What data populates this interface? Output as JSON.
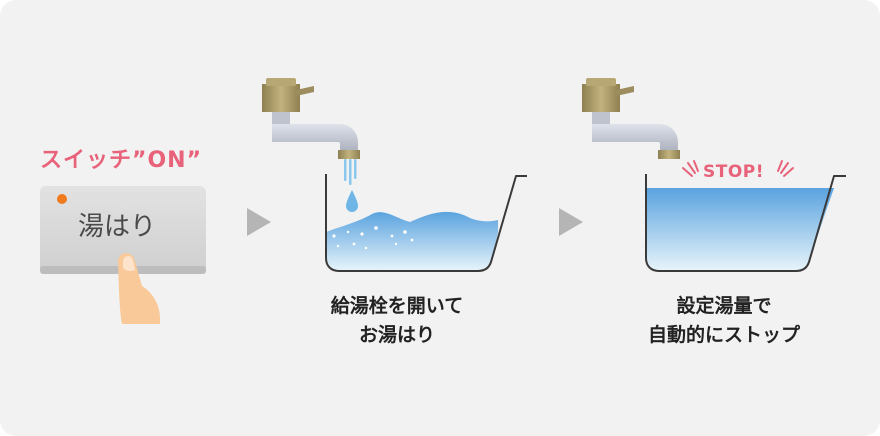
{
  "colors": {
    "background": "#f2f2f2",
    "accent_pink": "#e8627a",
    "water_light": "#dbeff9",
    "water_deep": "#5aa3df",
    "tub_line": "#3a3a3a",
    "faucet_brass": "#a89866",
    "pipe_gray": "#c8ccd6",
    "arrow_gray": "#b5b5b5",
    "led_orange": "#f07a1e",
    "button_face": "#dcdcdc",
    "finger": "#f9c99a"
  },
  "step1": {
    "title": "スイッチ”ON”",
    "button_label": "湯はり",
    "icons": [
      "led-indicator-icon",
      "finger-press-icon"
    ]
  },
  "step2": {
    "caption_line1": "給湯栓を開いて",
    "caption_line2": "お湯はり",
    "icons": [
      "faucet-icon",
      "water-drop-icon",
      "bathtub-icon"
    ]
  },
  "step3": {
    "stop_label": "STOP!",
    "caption_line1": "設定湯量で",
    "caption_line2": "自動的にストップ",
    "icons": [
      "faucet-icon",
      "bathtub-icon"
    ]
  }
}
